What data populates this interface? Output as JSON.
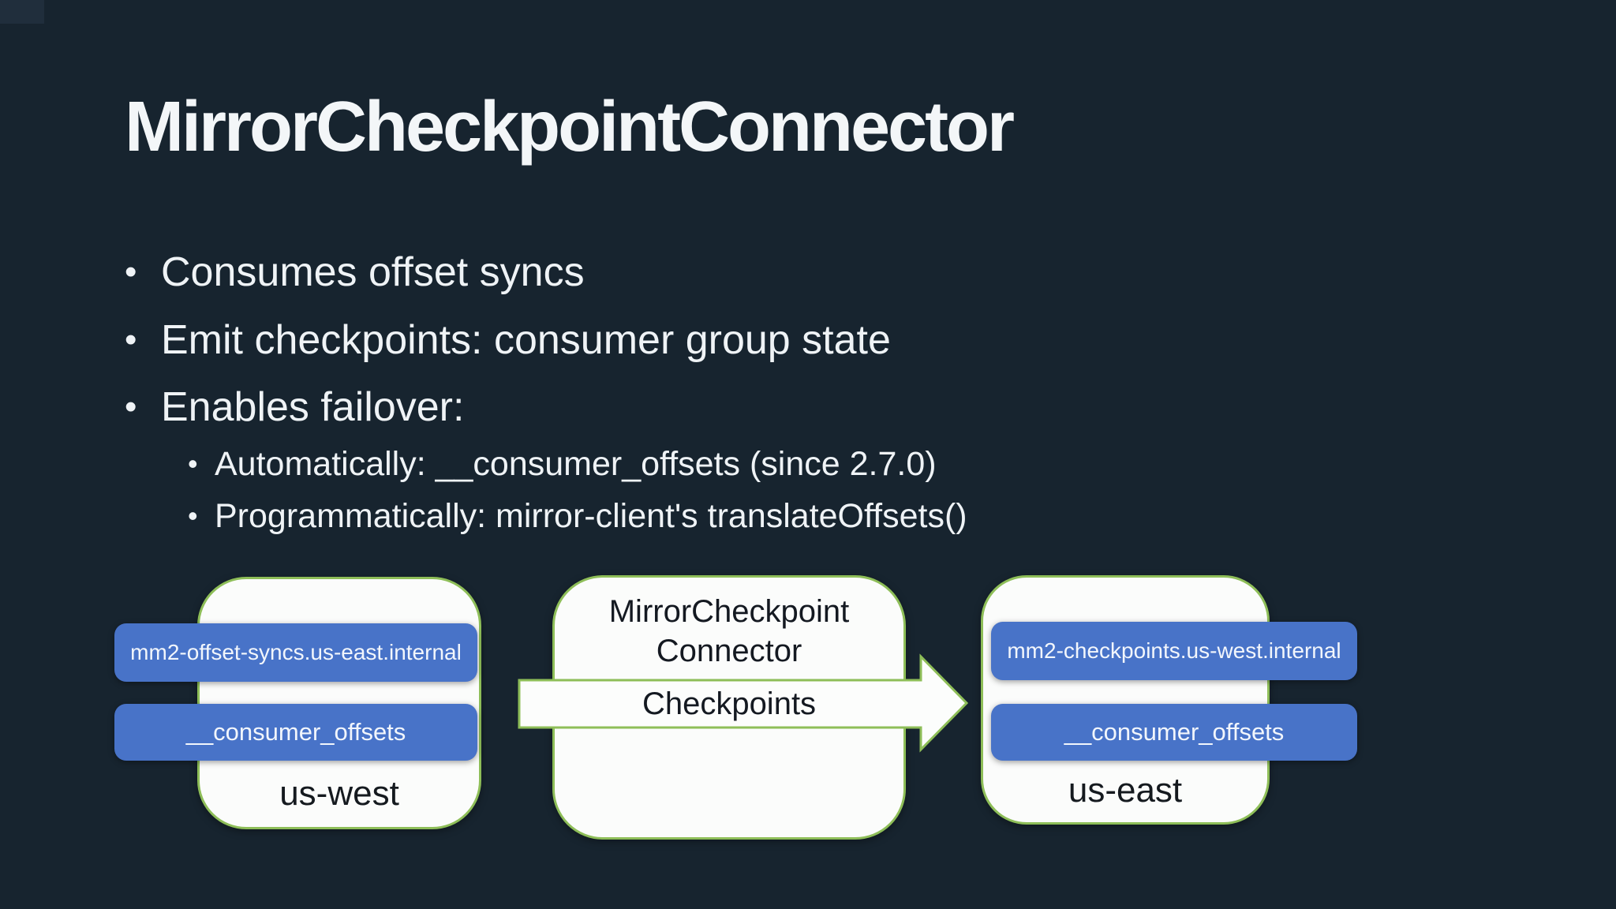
{
  "slide": {
    "title": "MirrorCheckpointConnector",
    "bullet_marker": "•",
    "bullets": [
      {
        "level": 1,
        "text": "Consumes offset syncs"
      },
      {
        "level": 1,
        "text": "Emit checkpoints: consumer group state"
      },
      {
        "level": 1,
        "text": "Enables failover:"
      },
      {
        "level": 2,
        "text": "Automatically: __consumer_offsets (since 2.7.0)"
      },
      {
        "level": 2,
        "text": "Programmatically: mirror-client's translateOffsets()"
      }
    ],
    "diagram": {
      "left_cluster": {
        "label": "us-west",
        "topics": [
          "mm2-offset-syncs.us-east.internal",
          "__consumer_offsets"
        ]
      },
      "connector": {
        "label_line1": "MirrorCheckpoint",
        "label_line2": "Connector"
      },
      "arrow": {
        "label": "Checkpoints",
        "direction": "right"
      },
      "right_cluster": {
        "label": "us-east",
        "topics": [
          "mm2-checkpoints.us-west.internal",
          "__consumer_offsets"
        ]
      }
    },
    "colors": {
      "background": "#17242F",
      "accent_blue": "#4873C8",
      "border_green": "#8EBE58",
      "box_fill": "#FBFCFB",
      "slide_text": "#EFF3F6",
      "diagram_text": "#141921"
    }
  }
}
